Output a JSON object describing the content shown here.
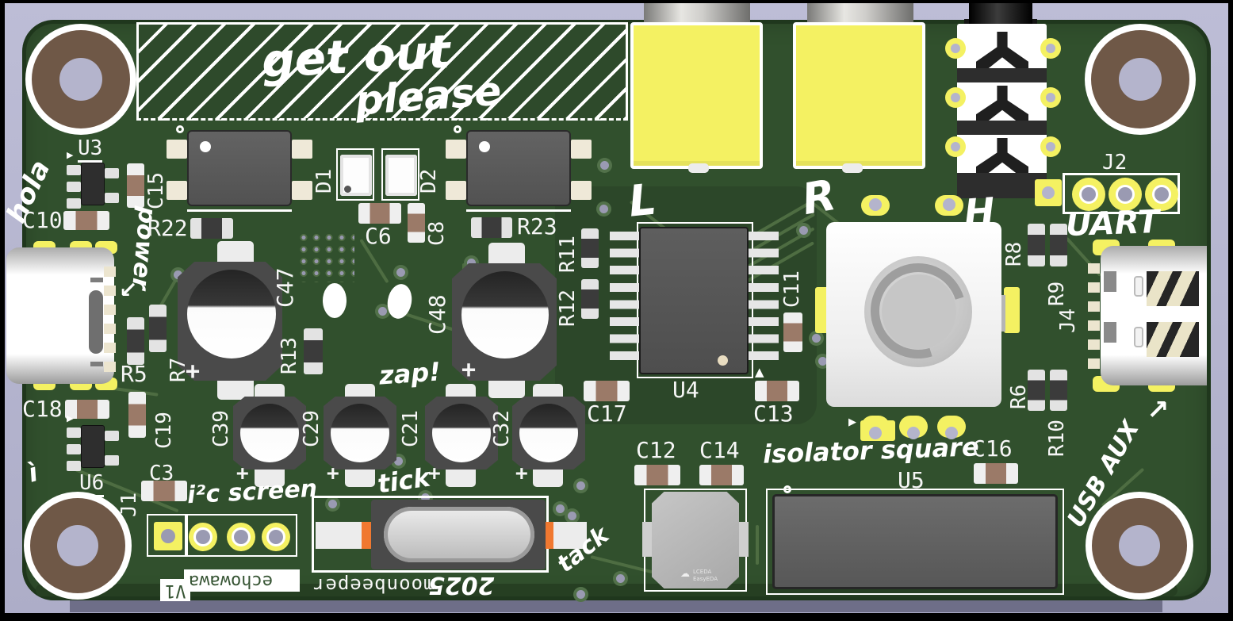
{
  "colors": {
    "background": "#b6b6cf",
    "frame": "#000000",
    "board_green": "#31502d",
    "zone_dark": "#2c4729",
    "trace_green": "#4e6d42",
    "silkscreen_white": "#ffffff",
    "pad_yellow": "#f4f162",
    "copper_brown": "#6f5847",
    "hole_lavender": "#b4b4cc",
    "component_gray": "#5a5a5a",
    "capacitor_brown": "#9b7a68",
    "accent_orange": "#f07830"
  },
  "labels": {
    "u3": "U3",
    "u4": "U4",
    "u5": "U5",
    "u6": "U6",
    "c3": "C3",
    "c6": "C6",
    "c8": "C8",
    "c10": "C10",
    "c11": "C11",
    "c12": "C12",
    "c13": "C13",
    "c14": "C14",
    "c15": "C15",
    "c16": "C16",
    "c17": "C17",
    "c18": "C18",
    "c19": "C19",
    "c21": "C21",
    "c29": "C29",
    "c32": "C32",
    "c39": "C39",
    "c47": "C47",
    "c48": "C48",
    "d1": "D1",
    "d2": "D2",
    "r5": "R5",
    "r6": "R6",
    "r7": "R7",
    "r8": "R8",
    "r9": "R9",
    "r10": "R10",
    "r11": "R11",
    "r12": "R12",
    "r13": "R13",
    "r22": "R22",
    "r23": "R23",
    "j1": "J1",
    "j2": "J2",
    "j4": "J4",
    "plus": "+"
  },
  "handwriting": {
    "get_out": "get out",
    "please": "please",
    "hola": "hola",
    "power": "power",
    "power_arrow": "↙",
    "zap": "zap!",
    "tick": "tick",
    "tack": "tack",
    "year": "2025",
    "i2c_screen": "i²c screen",
    "isolator_square": "isolator square",
    "uart": "UART",
    "usb_aux": "USB AUX",
    "usb_aux_arrow": "↗",
    "left": "L",
    "right": "R",
    "headphone": "H",
    "doodle": "ì"
  },
  "silkscreen": {
    "moonbeeper": "moonbeeper",
    "echowawa": "echowawa",
    "version": "V1"
  },
  "module_logo": {
    "cloud_icon": "☁",
    "line1": "LCEDA",
    "line2": "EasyEDA"
  }
}
